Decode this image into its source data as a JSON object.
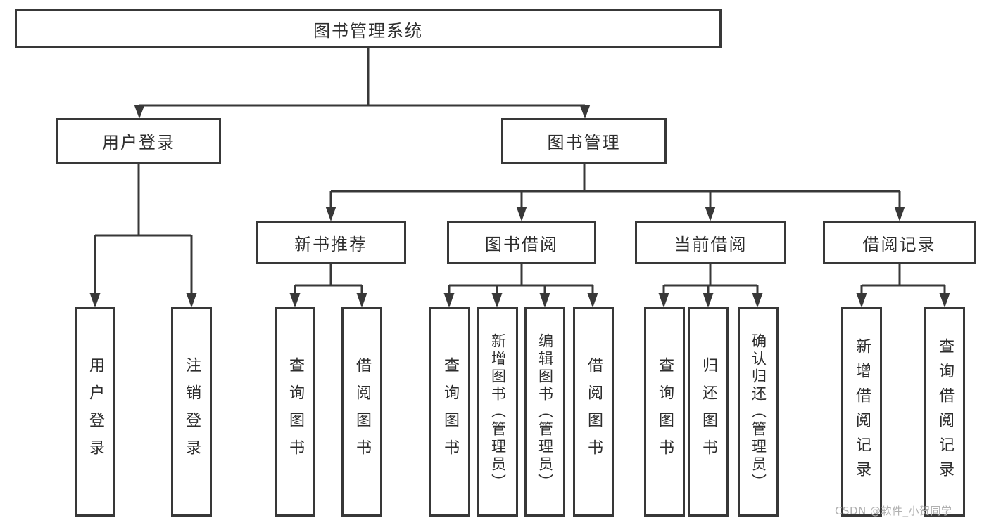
{
  "root": {
    "label": "图书管理系统"
  },
  "level2": {
    "user_login": "用户登录",
    "book_management": "图书管理"
  },
  "level3": {
    "new_book_recommend": "新书推荐",
    "book_borrowing": "图书借阅",
    "current_borrowing": "当前借阅",
    "borrowing_records": "借阅记录"
  },
  "leaves": {
    "user_login": [
      "用户登录",
      "注销登录"
    ],
    "new_book_recommend": [
      "查询图书",
      "借阅图书"
    ],
    "book_borrowing": [
      "查询图书",
      "新增图书（管理员）",
      "编辑图书（管理员）",
      "借阅图书"
    ],
    "current_borrowing": [
      "查询图书",
      "归还图书",
      "确认归还（管理员）"
    ],
    "borrowing_records": [
      "新增借阅记录",
      "查询借阅记录"
    ]
  },
  "watermark": "CSDN @软件_小贺同学",
  "colors": {
    "line": "#383838",
    "text": "#2d2d2d",
    "background": "#ffffff",
    "watermark": "#b0b0b0"
  }
}
